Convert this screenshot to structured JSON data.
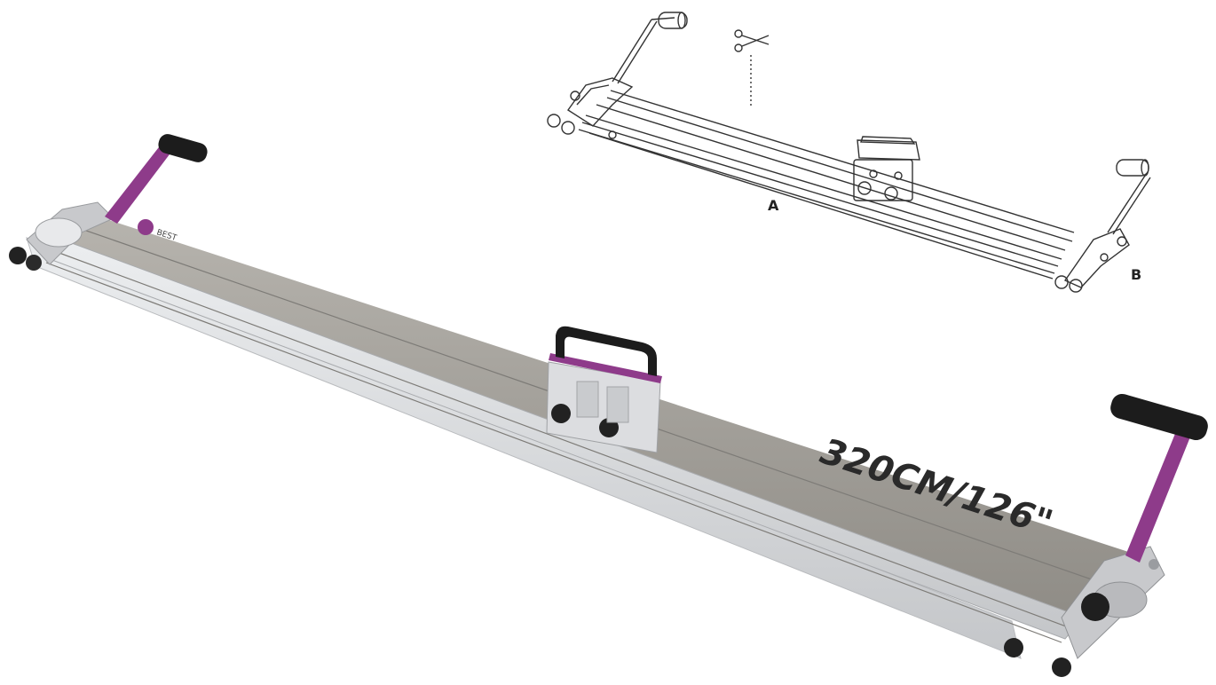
{
  "product": {
    "size_marking": "320CM/126\"",
    "brand_mark": "BEST"
  },
  "diagram": {
    "label_a": "A",
    "label_b": "B"
  },
  "colors": {
    "accent": "#8e3b8a",
    "handle": "#1c1c1c",
    "rail_dark": "#9b9892",
    "rail_light": "#d7d8da",
    "outline": "#333333"
  },
  "icons": {
    "cut_marker": "scissors-icon"
  }
}
